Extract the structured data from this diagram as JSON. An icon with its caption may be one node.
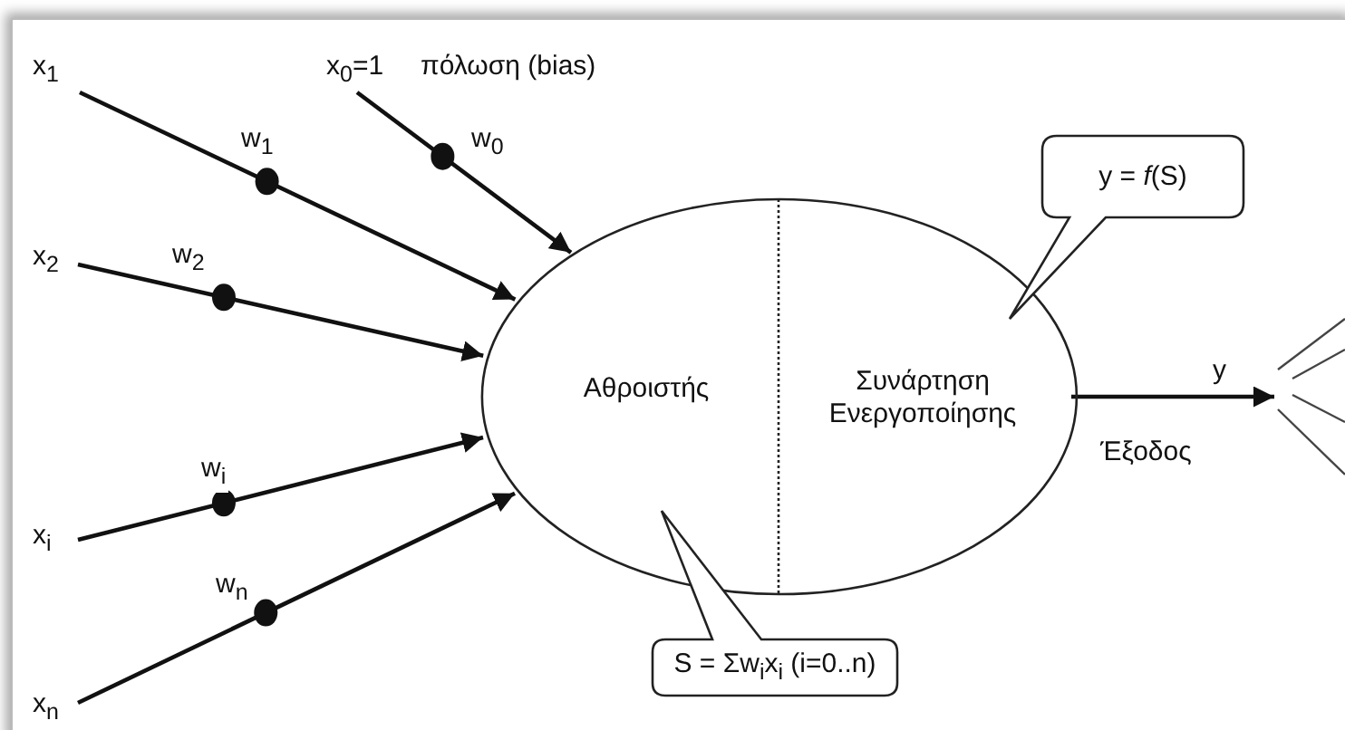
{
  "diagram": {
    "nodes": [
      {
        "text": [
          "x$_{1}$"
        ]
      },
      {
        "text": [
          "x$_{0}$=1"
        ],
        "beside": [
          "πόλωση (bias)"
        ]
      },
      {
        "text": [
          "x$_{2}$"
        ]
      },
      {
        "text": [
          "Αθροιστής"
        ]
      },
      {
        "text": [
          "Συνάρτηση Ενεργοποίησης"
        ]
      },
      {
        "text": [
          "y = *f*(S)"
        ]
      },
      {
        "text": [],
        "shape": "burst"
      },
      {
        "text": [
          "x$_{i}$"
        ]
      },
      {
        "text": [
          "x$_{n}$"
        ]
      },
      {
        "text": [
          "S = Σw$_{i}$x$_{i}$ (i=0..n)"
        ]
      }
    ],
    "edges": [
      {
        "from": 0,
        "to": 3,
        "arrow": "to",
        "label": "w$_{1}$"
      },
      {
        "from": 1,
        "to": 3,
        "arrow": "to",
        "label": "w$_{0}$"
      },
      {
        "from": 2,
        "to": 3,
        "arrow": "to",
        "label": "w$_{2}$"
      },
      {
        "from": 7,
        "to": 3,
        "arrow": "to",
        "label": "w$_{i}$"
      },
      {
        "from": 8,
        "to": 3,
        "arrow": "to",
        "label": "w$_{n}$"
      },
      {
        "from": 4,
        "to": 6,
        "arrow": "to",
        "label": "y"
      }
    ],
    "labels": [
      "Έξοδος"
    ]
  }
}
